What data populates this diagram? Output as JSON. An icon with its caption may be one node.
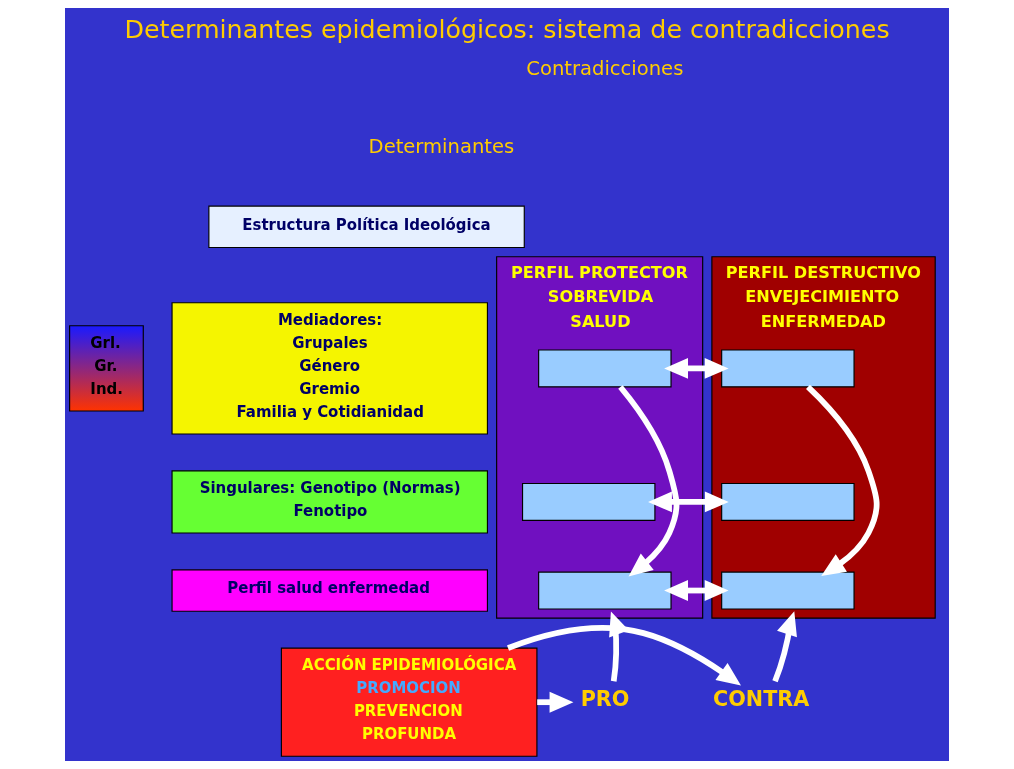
{
  "diagram": {
    "title": "Determinantes epidemiológicos: sistema de contradicciones",
    "nodes": [
      {
        "text": [
          "Grl.",
          "Gr.",
          "Ind."
        ]
      },
      {
        "text": [
          "Estructura Política Ideológica"
        ]
      },
      {
        "text": [
          "Mediadores:",
          "Grupales",
          "Género",
          "Gremio",
          "Familia y Cotidianidad"
        ]
      },
      {
        "text": [
          "Singulares: Genotipo (Normas)",
          "Fenotipo"
        ]
      },
      {
        "text": [
          "Perfil salud enfermedad"
        ]
      },
      {
        "text": [
          "PERFIL PROTECTOR",
          "SOBREVIDA",
          "SALUD"
        ]
      },
      {
        "text": [],
        "shape": "bar",
        "in": 5
      },
      {
        "text": [],
        "shape": "bar",
        "in": 5
      },
      {
        "text": [],
        "shape": "bar",
        "in": 5
      },
      {
        "text": [
          "PERFIL DESTRUCTIVO",
          "ENVEJECIMIENTO",
          "ENFERMEDAD"
        ]
      },
      {
        "text": [],
        "shape": "bar",
        "in": 9
      },
      {
        "text": [],
        "shape": "bar",
        "in": 9
      },
      {
        "text": [],
        "shape": "bar",
        "in": 9
      },
      {
        "text": [
          "ACCIÓN EPIDEMIOLÓGICA",
          "PROMOCION",
          "PREVENCION",
          "PROFUNDA"
        ]
      },
      {
        "text": [
          "PRO"
        ]
      },
      {
        "text": [
          "CONTRA"
        ]
      }
    ],
    "edges": [
      {
        "from": 6,
        "to": 8,
        "arrow": "to"
      },
      {
        "from": 10,
        "to": 12,
        "arrow": "to"
      },
      {
        "from": 6,
        "to": 10,
        "arrow": "both"
      },
      {
        "from": 7,
        "to": 11,
        "arrow": "both"
      },
      {
        "from": 8,
        "to": 12,
        "arrow": "both"
      },
      {
        "from": 13,
        "to": 14,
        "arrow": "to"
      },
      {
        "from": 13,
        "to": 15,
        "arrow": "to"
      },
      {
        "from": 14,
        "to": 5,
        "arrow": "to"
      },
      {
        "from": 15,
        "to": 9,
        "arrow": "to"
      }
    ],
    "labels": [
      "Contradicciones",
      "Determinantes"
    ]
  }
}
